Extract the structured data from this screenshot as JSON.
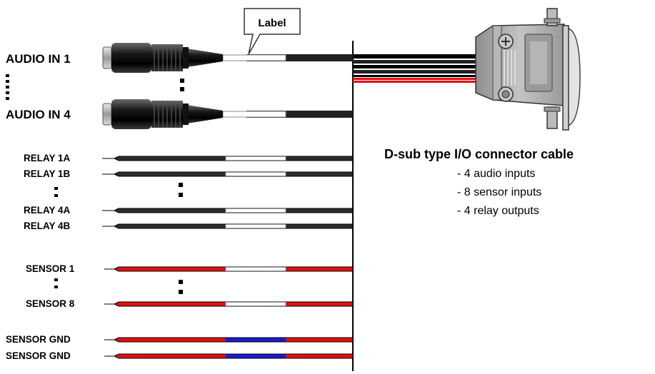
{
  "callout_label": "Label",
  "audio_labels": [
    "AUDIO IN 1",
    "AUDIO IN 4"
  ],
  "relay_labels": [
    "RELAY 1A",
    "RELAY 1B",
    "RELAY 4A",
    "RELAY 4B"
  ],
  "sensor_labels": [
    "SENSOR 1",
    "SENSOR 8"
  ],
  "gnd_labels": [
    "SENSOR GND",
    "SENSOR GND"
  ],
  "connector": {
    "title": "D-sub type I/O connector cable",
    "specs": [
      "- 4 audio inputs",
      "- 8 sensor inputs",
      "- 4 relay outputs"
    ]
  },
  "colors": {
    "relay_wire": "#2b2b2b",
    "sensor_wire": "#e01010",
    "gnd_band": "#1a1ad0",
    "label_band": "#ffffff",
    "connector_body": "#a9a9a9"
  },
  "icons": [
    "audio-jack-icon",
    "d-sub-connector-icon"
  ]
}
